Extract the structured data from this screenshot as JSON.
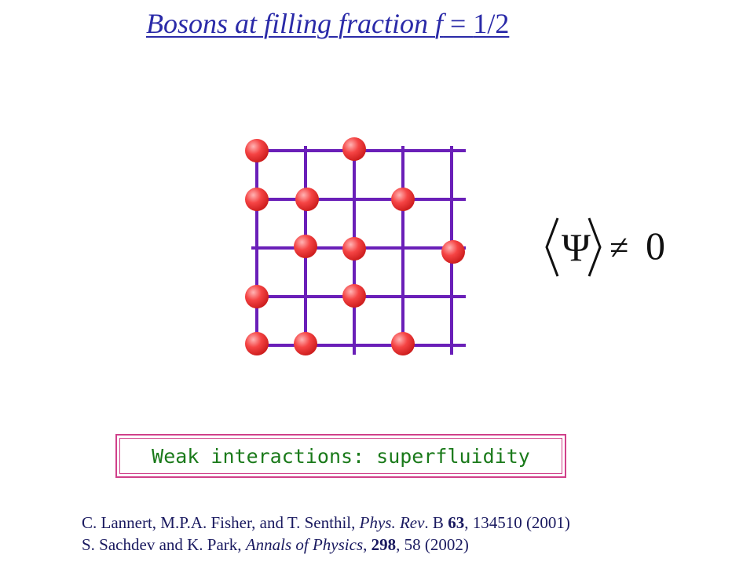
{
  "title": {
    "prefix": "Bosons at filling fraction ",
    "variable": "f",
    "equals": " = ",
    "value": "1/2"
  },
  "lattice": {
    "line_color": "#6a1fb8",
    "boson_color": "#f03c3c"
  },
  "order_parameter": {
    "symbol": "Ψ",
    "relation": "≠",
    "value": "0"
  },
  "result_box": {
    "text": "Weak interactions: superfluidity",
    "text_color": "#1a7a1a",
    "border_color": "#d0408a"
  },
  "references": [
    {
      "authors": "C. Lannert, M.P.A. Fisher, and T. Senthil, ",
      "journal": "Phys. Rev",
      "series": ". B ",
      "volume": "63",
      "details": ", 134510 (2001)"
    },
    {
      "authors": "S. Sachdev and K. Park, ",
      "journal": "Annals of Physics",
      "series": ", ",
      "volume": "298",
      "details": ", 58 (2002)"
    }
  ]
}
